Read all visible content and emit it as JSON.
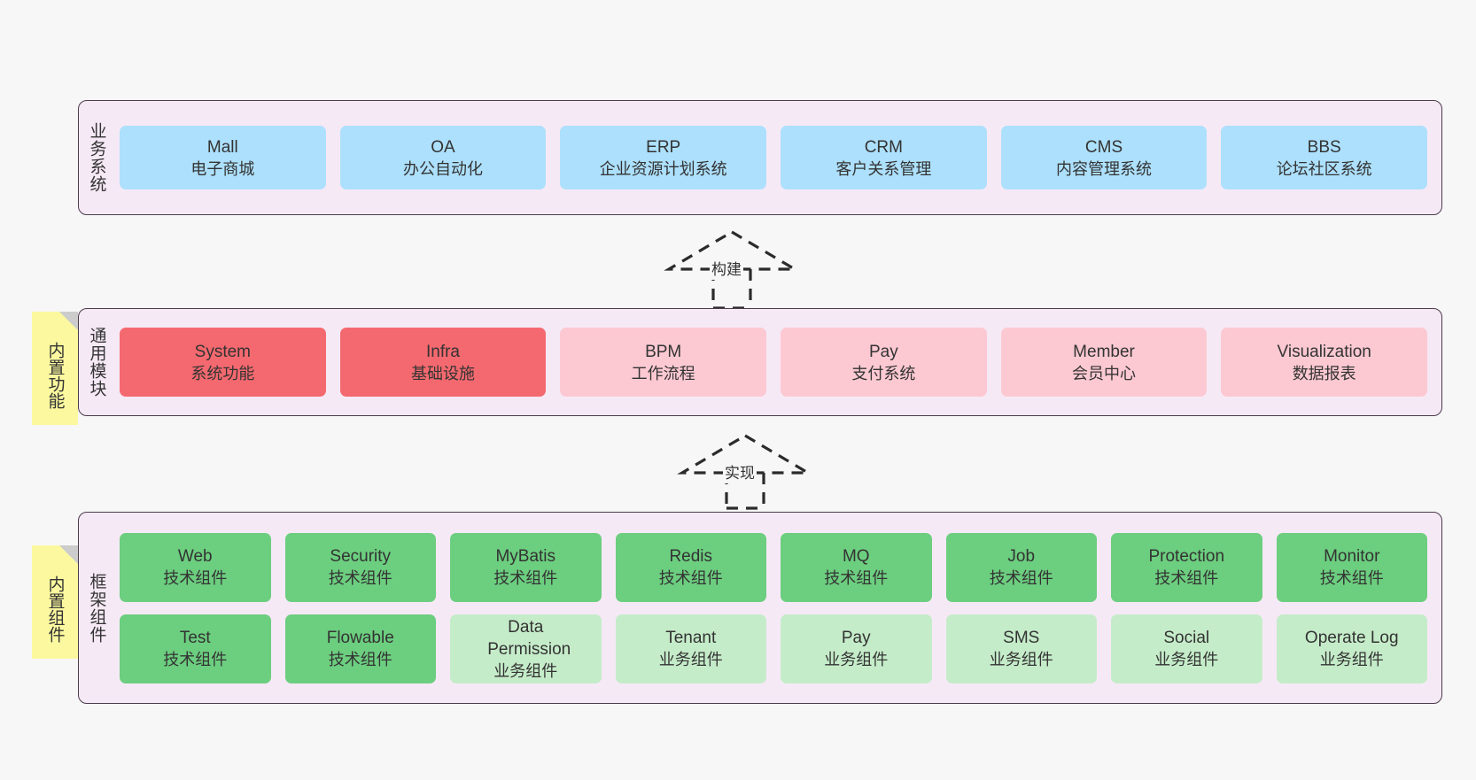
{
  "diagram": {
    "background_color": "#f7f7f7",
    "container_color": "#f6e9f6",
    "container_border_color": "#4b3b4b",
    "note_color": "#fbf89f",
    "note_fold_color": "#cccccc"
  },
  "layers": [
    {
      "id": "business-system",
      "title": "业务系统",
      "note": null,
      "rows": [
        {
          "cells": [
            {
              "name": "mall",
              "title": "Mall",
              "subtitle": "电子商城",
              "color": "#ade0fc",
              "variant": "c-blue"
            },
            {
              "name": "oa",
              "title": "OA",
              "subtitle": "办公自动化",
              "color": "#ade0fc",
              "variant": "c-blue"
            },
            {
              "name": "erp",
              "title": "ERP",
              "subtitle": "企业资源计划系统",
              "color": "#ade0fc",
              "variant": "c-blue"
            },
            {
              "name": "crm",
              "title": "CRM",
              "subtitle": "客户关系管理",
              "color": "#ade0fc",
              "variant": "c-blue"
            },
            {
              "name": "cms",
              "title": "CMS",
              "subtitle": "内容管理系统",
              "color": "#ade0fc",
              "variant": "c-blue"
            },
            {
              "name": "bbs",
              "title": "BBS",
              "subtitle": "论坛社区系统",
              "color": "#ade0fc",
              "variant": "c-blue"
            }
          ]
        }
      ]
    },
    {
      "id": "common-module",
      "title": "通用模块",
      "note": "内置功能",
      "rows": [
        {
          "cells": [
            {
              "name": "system",
              "title": "System",
              "subtitle": "系统功能",
              "color": "#f4696f",
              "variant": "c-red"
            },
            {
              "name": "infra",
              "title": "Infra",
              "subtitle": "基础设施",
              "color": "#f4696f",
              "variant": "c-red"
            },
            {
              "name": "bpm",
              "title": "BPM",
              "subtitle": "工作流程",
              "color": "#fcc9d2",
              "variant": "c-pink"
            },
            {
              "name": "pay",
              "title": "Pay",
              "subtitle": "支付系统",
              "color": "#fcc9d2",
              "variant": "c-pink"
            },
            {
              "name": "member",
              "title": "Member",
              "subtitle": "会员中心",
              "color": "#fcc9d2",
              "variant": "c-pink"
            },
            {
              "name": "visualization",
              "title": "Visualization",
              "subtitle": "数据报表",
              "color": "#fcc9d2",
              "variant": "c-pink"
            }
          ]
        }
      ]
    },
    {
      "id": "framework-component",
      "title": "框架组件",
      "note": "内置组件",
      "rows": [
        {
          "cells": [
            {
              "name": "web",
              "title": "Web",
              "subtitle": "技术组件",
              "color": "#6cce7f",
              "variant": "c-green"
            },
            {
              "name": "security",
              "title": "Security",
              "subtitle": "技术组件",
              "color": "#6cce7f",
              "variant": "c-green"
            },
            {
              "name": "mybatis",
              "title": "MyBatis",
              "subtitle": "技术组件",
              "color": "#6cce7f",
              "variant": "c-green"
            },
            {
              "name": "redis",
              "title": "Redis",
              "subtitle": "技术组件",
              "color": "#6cce7f",
              "variant": "c-green"
            },
            {
              "name": "mq",
              "title": "MQ",
              "subtitle": "技术组件",
              "color": "#6cce7f",
              "variant": "c-green"
            },
            {
              "name": "job",
              "title": "Job",
              "subtitle": "技术组件",
              "color": "#6cce7f",
              "variant": "c-green"
            },
            {
              "name": "protection",
              "title": "Protection",
              "subtitle": "技术组件",
              "color": "#6cce7f",
              "variant": "c-green"
            },
            {
              "name": "monitor",
              "title": "Monitor",
              "subtitle": "技术组件",
              "color": "#6cce7f",
              "variant": "c-green"
            }
          ]
        },
        {
          "cells": [
            {
              "name": "test",
              "title": "Test",
              "subtitle": "技术组件",
              "color": "#6cce7f",
              "variant": "c-green"
            },
            {
              "name": "flowable",
              "title": "Flowable",
              "subtitle": "技术组件",
              "color": "#6cce7f",
              "variant": "c-green"
            },
            {
              "name": "data-permission",
              "title": "Data Permission",
              "subtitle": "业务组件",
              "color": "#c5ecc9",
              "variant": "c-lightgreen"
            },
            {
              "name": "tenant",
              "title": "Tenant",
              "subtitle": "业务组件",
              "color": "#c5ecc9",
              "variant": "c-lightgreen"
            },
            {
              "name": "pay",
              "title": "Pay",
              "subtitle": "业务组件",
              "color": "#c5ecc9",
              "variant": "c-lightgreen"
            },
            {
              "name": "sms",
              "title": "SMS",
              "subtitle": "业务组件",
              "color": "#c5ecc9",
              "variant": "c-lightgreen"
            },
            {
              "name": "social",
              "title": "Social",
              "subtitle": "业务组件",
              "color": "#c5ecc9",
              "variant": "c-lightgreen"
            },
            {
              "name": "operate-log",
              "title": "Operate Log",
              "subtitle": "业务组件",
              "color": "#c5ecc9",
              "variant": "c-lightgreen"
            }
          ]
        }
      ]
    }
  ],
  "connectors": [
    {
      "name": "build-connector",
      "label": "构建"
    },
    {
      "name": "implement-connector",
      "label": "实现"
    }
  ]
}
